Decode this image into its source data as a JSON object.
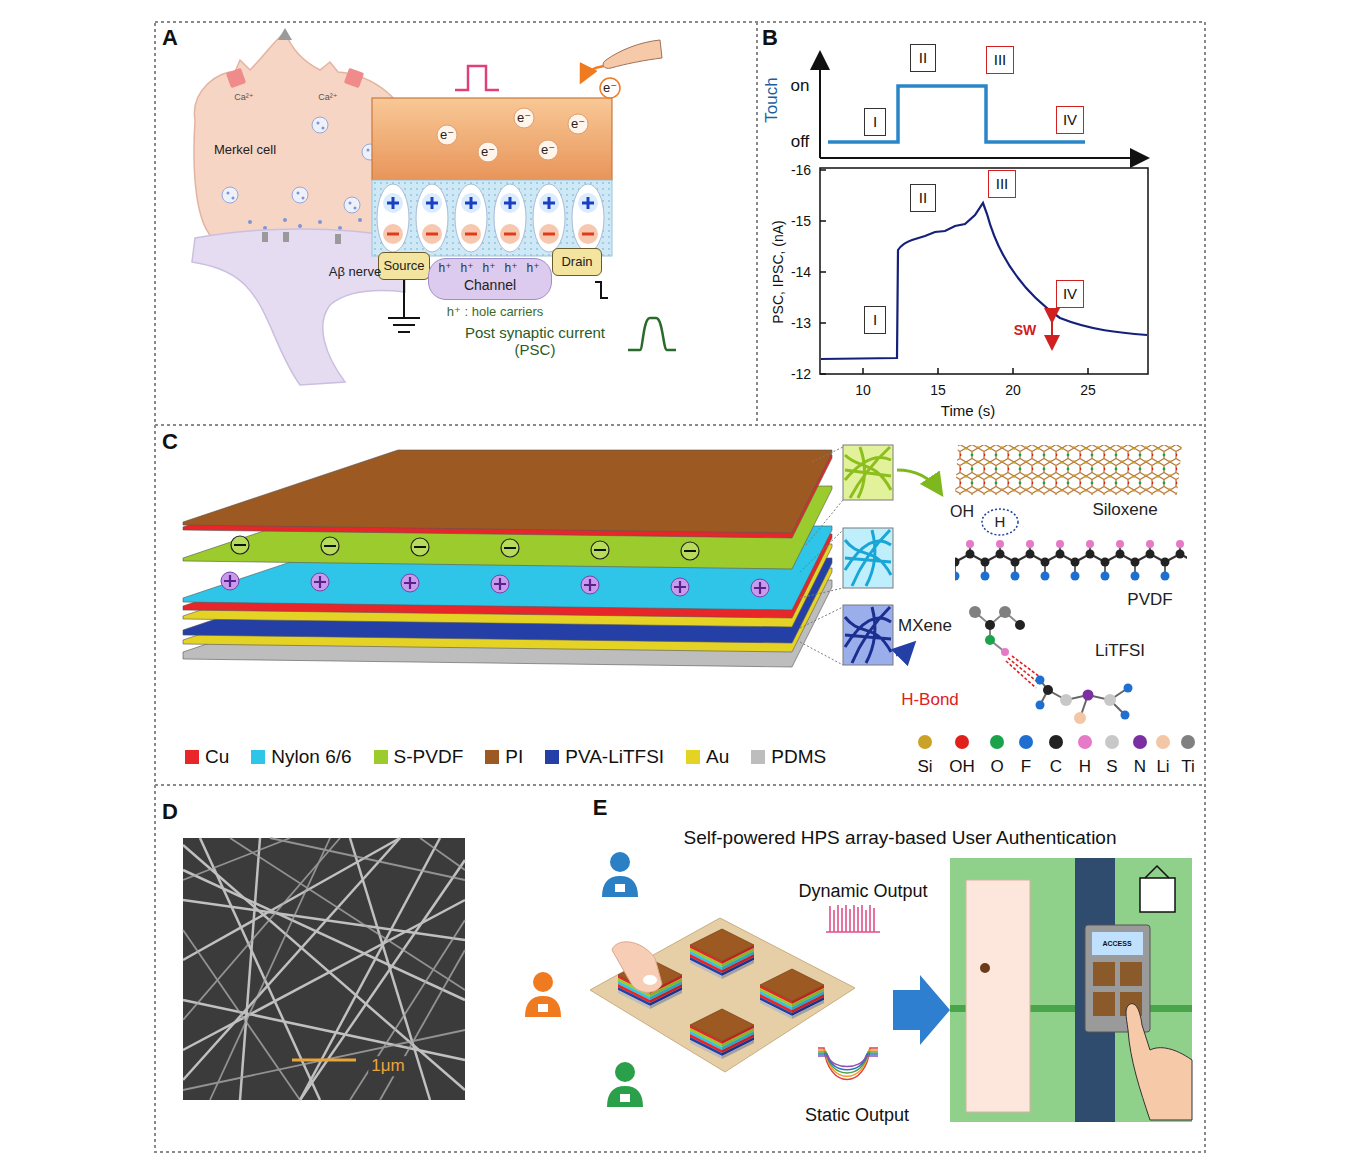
{
  "diagram": {
    "nodes": [
      {
        "text": [
          "Source"
        ]
      },
      {
        "text": [
          "Channel"
        ]
      },
      {
        "text": [
          "Drain"
        ]
      },
      {
        "text": [
          "I"
        ]
      },
      {
        "text": [
          "II"
        ]
      },
      {
        "text": [
          "III"
        ]
      },
      {
        "text": [
          "IV"
        ]
      },
      {
        "text": [
          "I"
        ]
      },
      {
        "text": [
          "II"
        ]
      },
      {
        "text": [
          "III"
        ]
      },
      {
        "text": [
          "IV"
        ]
      }
    ],
    "labels": [
      "A",
      "Ca²⁺",
      "Ca²⁺",
      "Merkel cell",
      "Aβ nerve",
      "e⁻",
      "e⁻",
      "e⁻",
      "e⁻",
      "e⁻",
      "e⁻",
      "h⁺",
      "h⁺",
      "h⁺",
      "h⁺",
      "h⁺",
      "h⁺ : hole carriers",
      "Post synaptic current (PSC)",
      "B",
      "on",
      "off",
      "Touch",
      "-16",
      "-15",
      "-14",
      "-13",
      "-12",
      "PSC, IPSC, (nA)",
      "10",
      "15",
      "20",
      "25",
      "Time (s)",
      "SW",
      "C",
      "Siloxene",
      "OH",
      "H",
      "PVDF",
      "MXene",
      "H-Bond",
      "LiTFSI",
      "D",
      "1μm",
      "E",
      "Self-powered HPS array-based User Authentication",
      "Dynamic Output",
      "Static Output",
      "ACCESS"
    ],
    "legend": [
      {
        "text": "Cu",
        "color": "#e8262a"
      },
      {
        "text": "Nylon 6/6",
        "color": "#2ec5e8"
      },
      {
        "text": "S-PVDF",
        "color": "#9ccb2d"
      },
      {
        "text": "PI",
        "color": "#9c5a22"
      },
      {
        "text": "PVA-LiTFSI",
        "color": "#2440a6"
      },
      {
        "text": "Au",
        "color": "#e4d224"
      },
      {
        "text": "PDMS",
        "color": "#bdbdbd"
      },
      {
        "text": "Si",
        "color": "#c9a227"
      },
      {
        "text": "OH",
        "color": "#e0201a"
      },
      {
        "text": "O",
        "color": "#1aa34a"
      },
      {
        "text": "F",
        "color": "#1e6fd0"
      },
      {
        "text": "C",
        "color": "#222222"
      },
      {
        "text": "H",
        "color": "#e77ac6"
      },
      {
        "text": "S",
        "color": "#c8c8c8"
      },
      {
        "text": "N",
        "color": "#7b2fa0"
      },
      {
        "text": "Li",
        "color": "#f3c6a5"
      },
      {
        "text": "Ti",
        "color": "#808080"
      }
    ]
  }
}
